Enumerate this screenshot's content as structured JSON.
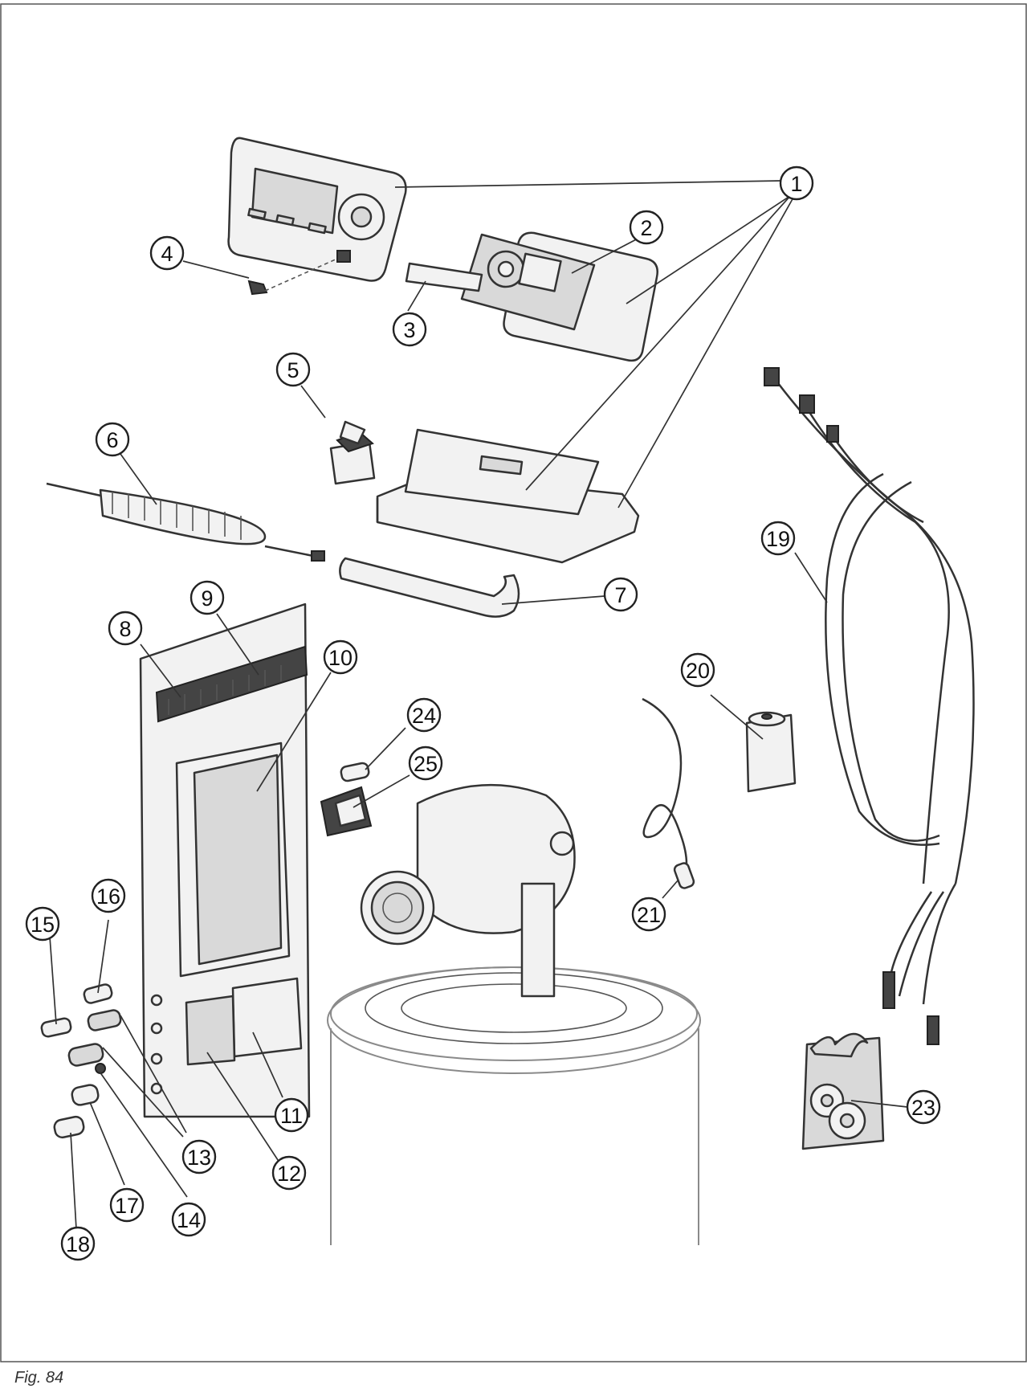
{
  "figure": {
    "caption": "Fig. 84"
  },
  "callouts": [
    "1",
    "2",
    "3",
    "4",
    "5",
    "6",
    "7",
    "8",
    "9",
    "10",
    "11",
    "12",
    "13",
    "14",
    "15",
    "16",
    "17",
    "18",
    "19",
    "20",
    "21",
    "23",
    "24",
    "25"
  ]
}
